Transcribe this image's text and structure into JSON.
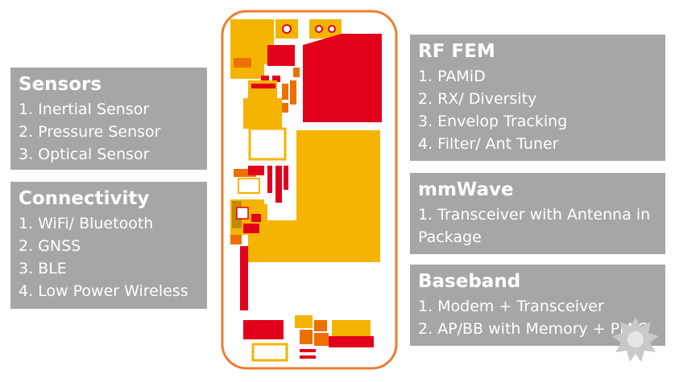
{
  "sections": {
    "sensors": {
      "title": "Sensors",
      "items": [
        "1. Inertial Sensor",
        "2. Pressure Sensor",
        "3. Optical Sensor"
      ]
    },
    "connectivity": {
      "title": "Connectivity",
      "items": [
        "1. WiFi/ Bluetooth",
        "2. GNSS",
        "3. BLE",
        "4. Low Power Wireless"
      ]
    },
    "rf_fem": {
      "title": "RF FEM",
      "items": [
        "1. PAMiD",
        "2. RX/ Diversity",
        "3. Envelop Tracking",
        "4. Filter/ Ant Tuner"
      ]
    },
    "mmwave": {
      "title": "mmWave",
      "items": [
        "1. Transceiver with Antenna in Package"
      ]
    },
    "baseband": {
      "title": "Baseband",
      "items": [
        "1. Modem + Transceiver",
        "2. AP/BB with Memory + PMIC"
      ]
    }
  },
  "colors": {
    "box_fill": "#a6a6a6",
    "text": "#ffffff",
    "phone_outline": "#ed7d31",
    "yellow": "#f5b400",
    "red": "#e3001b",
    "orange": "#ec7000",
    "watermark": "#c9c9c9"
  }
}
